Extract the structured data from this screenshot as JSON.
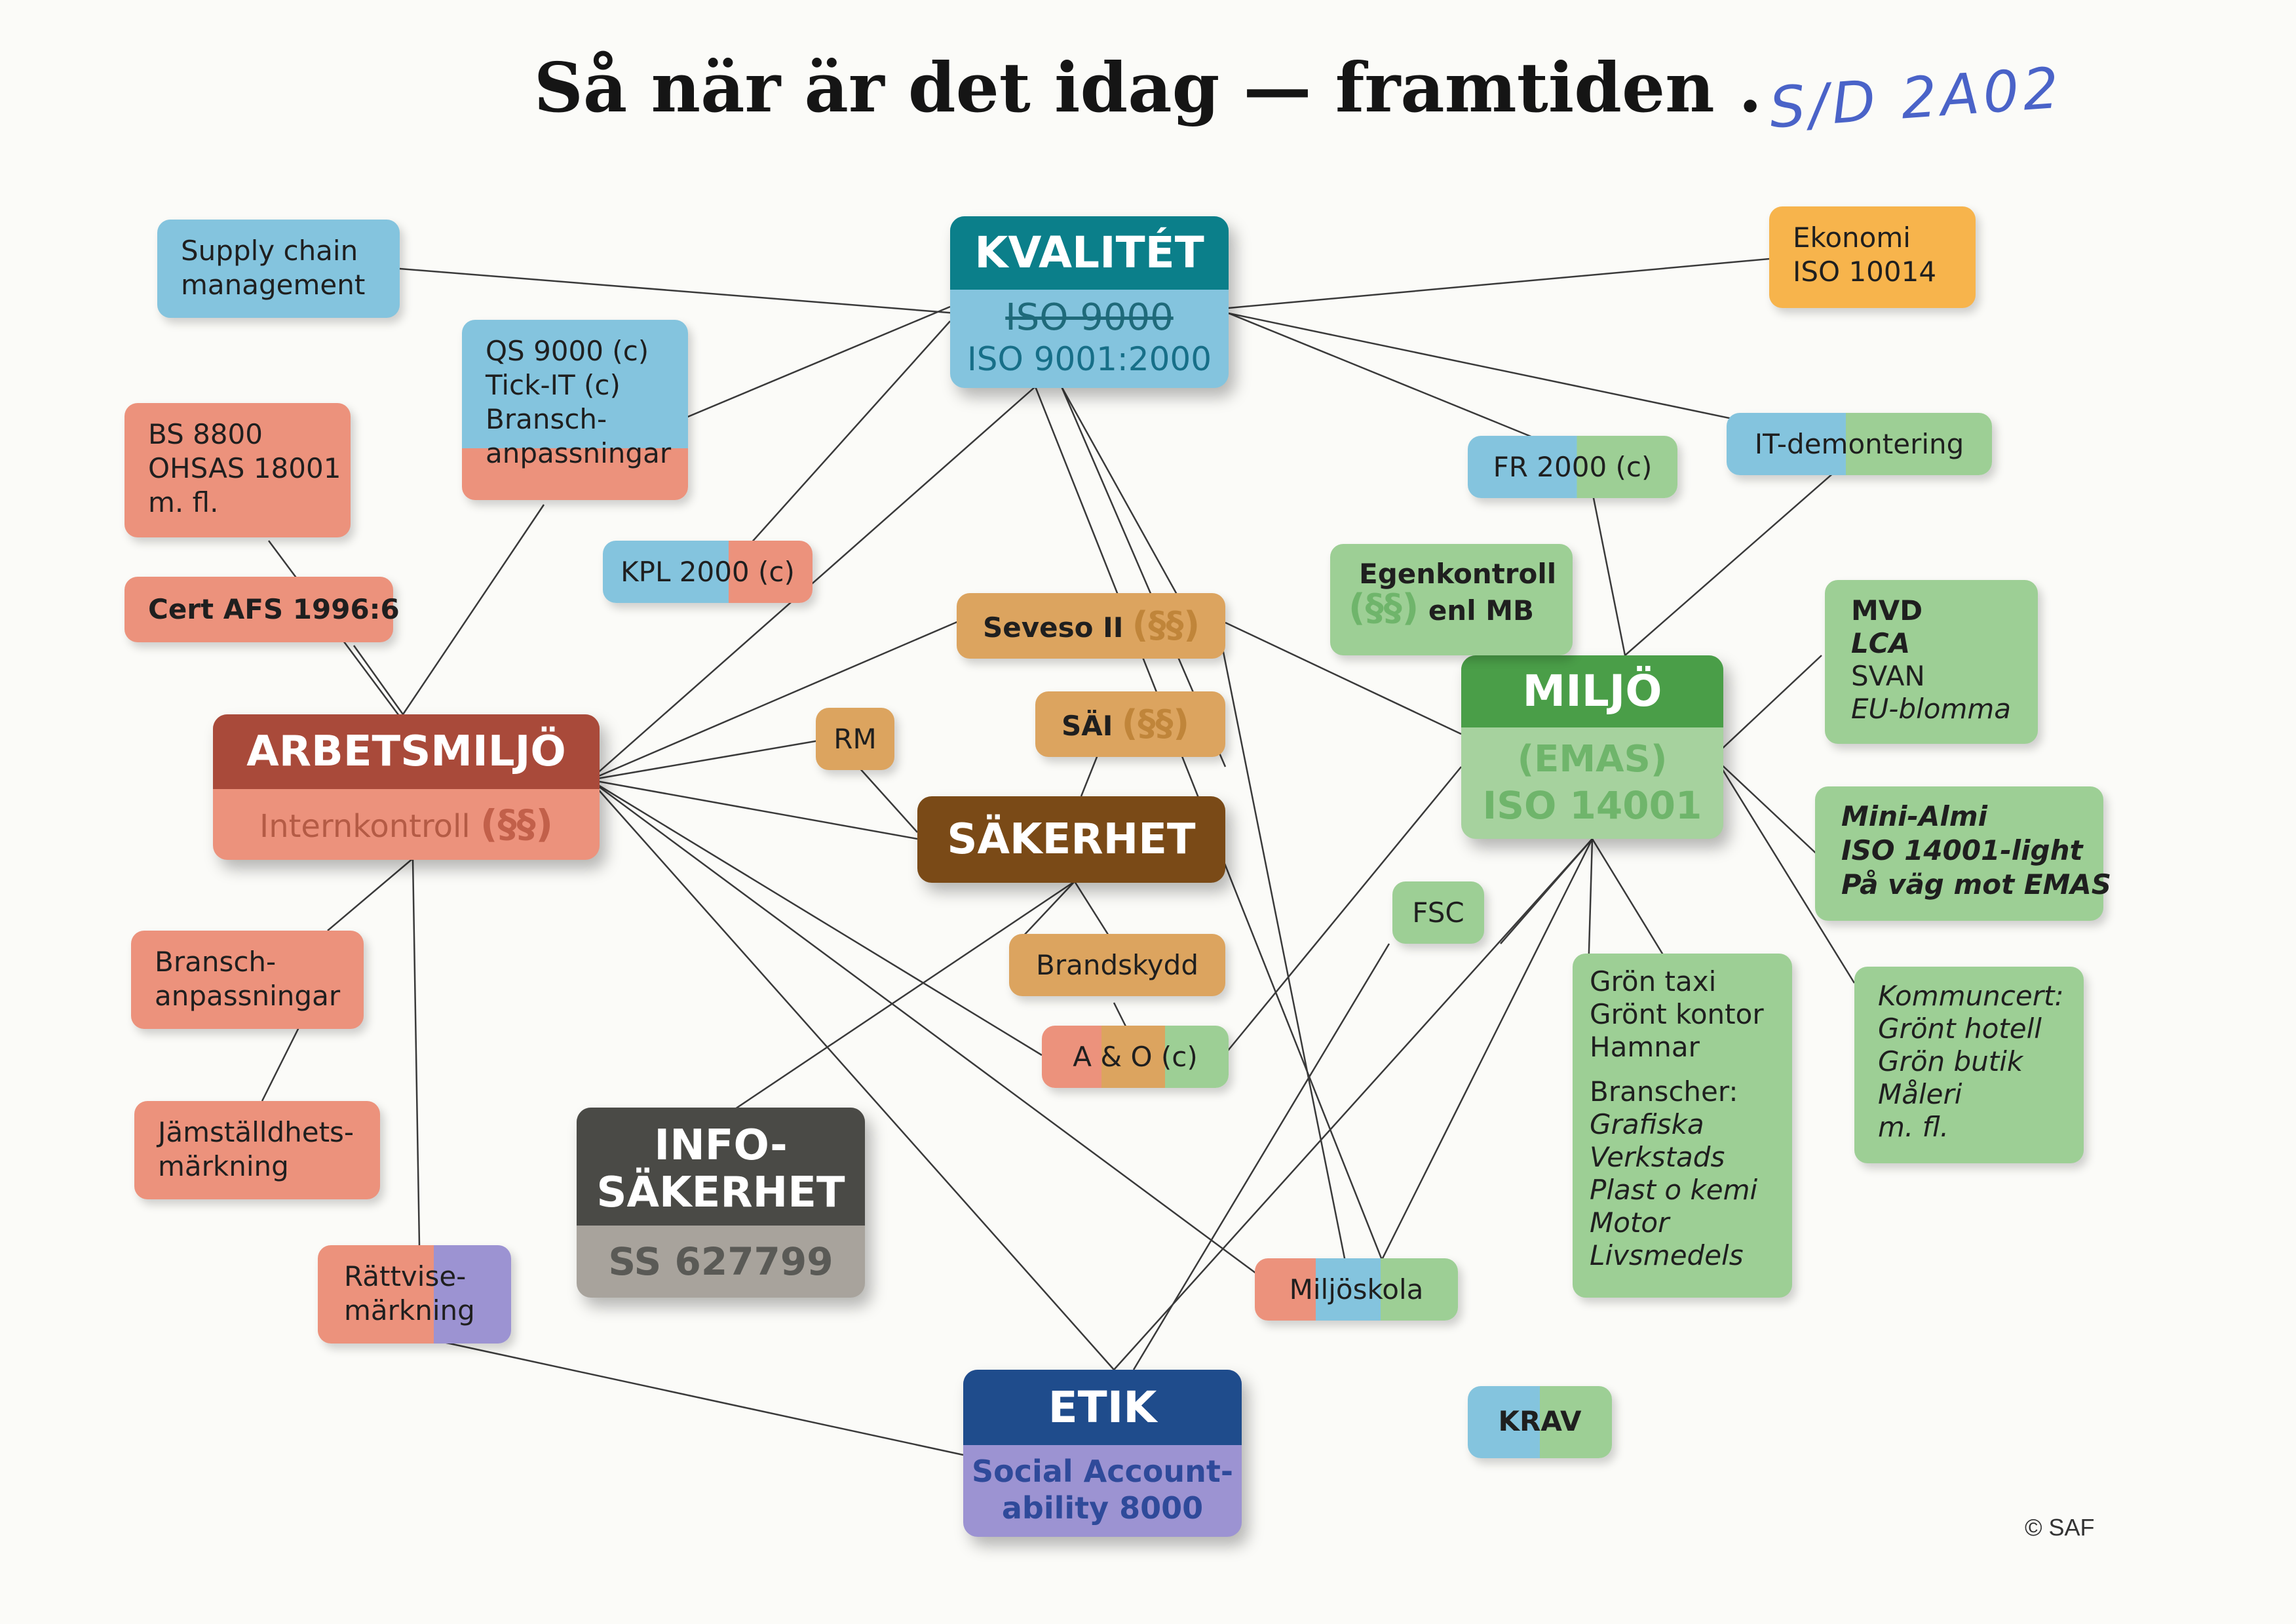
{
  "title": "Så när är det idag — framtiden .",
  "annotation": "S/D 2A02",
  "copyright": "© SAF",
  "colors": {
    "kvalitet": "#0b7f8a",
    "arbetsmiljo": "#a94a3a",
    "sakerhet": "#7a4a17",
    "miljo": "#4a9e48",
    "infosakerhet": "#4a4a46",
    "etik": "#1f4c8c"
  },
  "main": {
    "kvalitet": {
      "head": "KVALITÉT",
      "struck": "ISO 9000",
      "sub": "ISO 9001:2000"
    },
    "arbetsmiljo": {
      "head": "ARBETSMILJÖ",
      "sub": "Internkontroll",
      "para": "(§§)"
    },
    "sakerhet": {
      "head": "SÄKERHET"
    },
    "miljo": {
      "head": "MILJÖ",
      "sub1": "(EMAS)",
      "sub2": "ISO 14001"
    },
    "infosakerhet": {
      "head1": "INFO-",
      "head2": "SÄKERHET",
      "sub": "SS 627799"
    },
    "etik": {
      "head": "ETIK",
      "sub1": "Social Account-",
      "sub2": "ability 8000"
    }
  },
  "boxes": {
    "supply": [
      "Supply chain",
      "management"
    ],
    "ekonomi": [
      "Ekonomi",
      "ISO 10014"
    ],
    "qs": [
      "QS 9000 (c)",
      "Tick-IT (c)",
      "Bransch-",
      "anpassningar"
    ],
    "bs": [
      "BS 8800",
      "OHSAS 18001",
      "m. fl."
    ],
    "cert": "Cert AFS 1996:6",
    "kpl": "KPL 2000 (c)",
    "fr": "FR 2000 (c)",
    "itdem": "IT-demontering",
    "egen": {
      "line1": "Egenkontroll",
      "para": "(§§)",
      "rest": "enl MB"
    },
    "seveso": {
      "label": "Seveso II",
      "para": "(§§)"
    },
    "sai": {
      "label": "SÄI",
      "para": "(§§)"
    },
    "rm": "RM",
    "mvd": [
      "MVD",
      "LCA",
      "SVAN",
      "EU-blomma"
    ],
    "mini": [
      "Mini-Almi",
      "ISO 14001-light",
      "På väg mot EMAS"
    ],
    "fsc": "FSC",
    "brand": "Brandskydd",
    "ao": "A & O (c)",
    "bransch2": [
      "Bransch-",
      "anpassningar"
    ],
    "jam": [
      "Jämställdhets-",
      "märkning"
    ],
    "ratt": [
      "Rättvise-",
      "märkning"
    ],
    "gron1": [
      "Grön taxi",
      "Grönt kontor",
      "Hamnar"
    ],
    "gron2": [
      "Branscher:",
      "Grafiska",
      "Verkstads",
      "Plast o kemi",
      "Motor",
      "Livsmedels"
    ],
    "kommun": [
      "Kommuncert:",
      "Grönt hotell",
      "Grön butik",
      "Måleri",
      "m. fl."
    ],
    "miljoskola": "Miljöskola",
    "krav": "KRAV"
  }
}
